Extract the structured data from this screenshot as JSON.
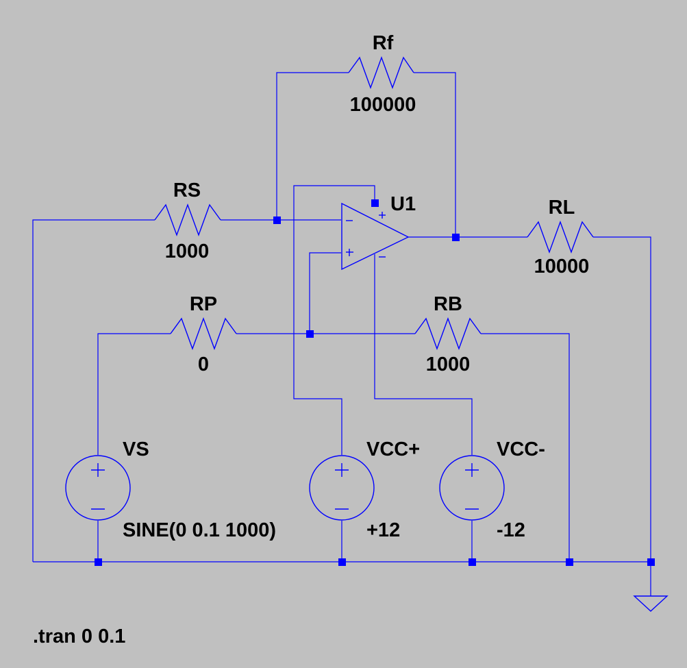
{
  "components": {
    "rf": {
      "name": "Rf",
      "value": "100000"
    },
    "rs": {
      "name": "RS",
      "value": "1000"
    },
    "rl": {
      "name": "RL",
      "value": "10000"
    },
    "rp": {
      "name": "RP",
      "value": "0"
    },
    "rb": {
      "name": "RB",
      "value": "1000"
    },
    "u1": {
      "name": "U1"
    },
    "vs": {
      "name": "VS",
      "value": "SINE(0 0.1 1000)"
    },
    "vccp": {
      "name": "VCC+",
      "value": "+12"
    },
    "vccm": {
      "name": "VCC-",
      "value": "-12"
    }
  },
  "directive": ".tran 0 0.1",
  "colors": {
    "background": "#c0c0c0",
    "wire": "#0000ff",
    "text": "#000000"
  }
}
